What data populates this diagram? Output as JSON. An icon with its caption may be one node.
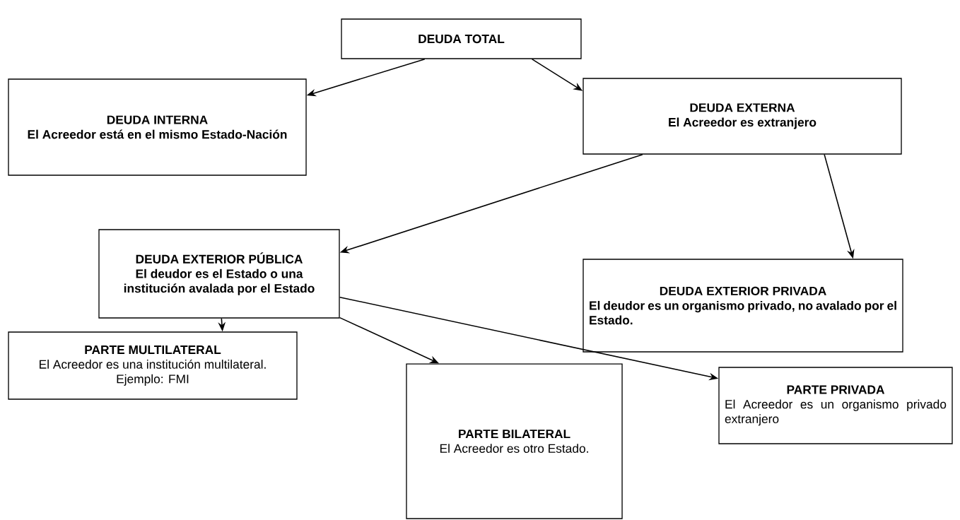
{
  "diagram": {
    "nodes": [
      {
        "text": [
          "DEUDA TOTAL"
        ]
      },
      {
        "text": [
          "DEUDA INTERNA",
          "El Acreedor está en el mismo Estado-Nación"
        ]
      },
      {
        "text": [
          "DEUDA EXTERNA",
          "El Acreedor es extranjero"
        ]
      },
      {
        "text": [
          "DEUDA EXTERIOR PÚBLICA",
          "El deudor es el Estado o una institución avalada por el Estado"
        ]
      },
      {
        "text": [
          "DEUDA EXTERIOR PRIVADA",
          "El deudor es un organismo privado, no avalado por el Estado."
        ]
      },
      {
        "text": [
          "PARTE MULTILATERAL",
          "El Acreedor es una institución multilateral. Ejemplo: FMI"
        ]
      },
      {
        "text": [
          "PARTE BILATERAL",
          "El Acreedor es otro Estado."
        ]
      },
      {
        "text": [
          "PARTE PRIVADA",
          "El Acreedor es un organismo privado extranjero"
        ]
      }
    ],
    "edges": [
      {
        "from": 0,
        "to": 1,
        "arrow": "to"
      },
      {
        "from": 0,
        "to": 2,
        "arrow": "to"
      },
      {
        "from": 2,
        "to": 3,
        "arrow": "to"
      },
      {
        "from": 2,
        "to": 4,
        "arrow": "to"
      },
      {
        "from": 3,
        "to": 5,
        "arrow": "to"
      },
      {
        "from": 3,
        "to": 6,
        "arrow": "to"
      },
      {
        "from": 3,
        "to": 7,
        "arrow": "to"
      }
    ]
  }
}
